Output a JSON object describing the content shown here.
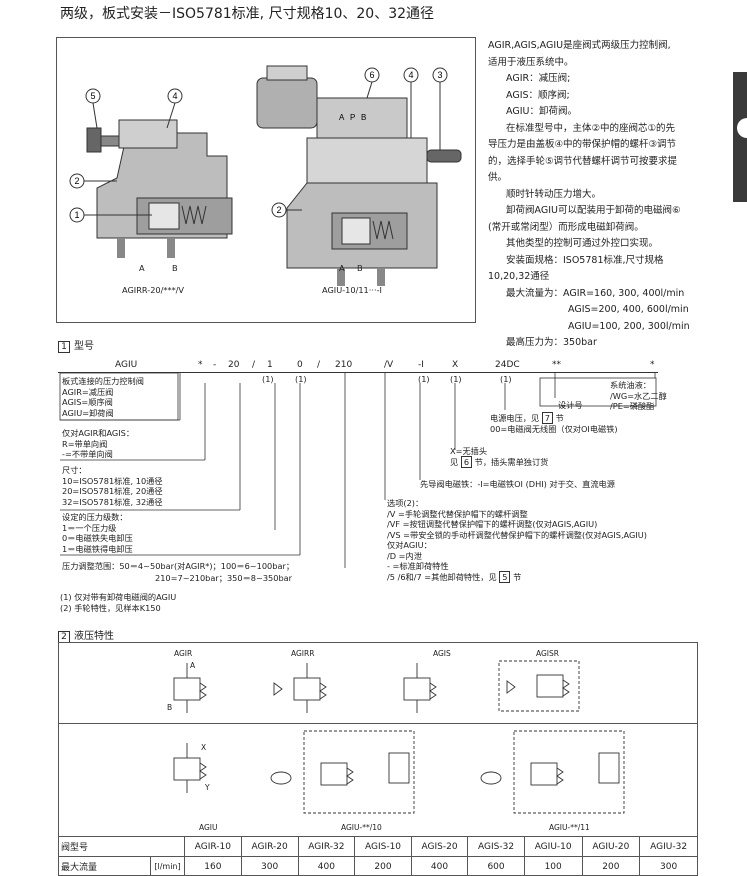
{
  "title": "两级，板式安装－ISO5781标准, 尺寸规格10、20、32通径",
  "figure": {
    "left_caption": "AGIRR-20/***/V",
    "right_caption": "AGIU-10/11···-I",
    "callouts": [
      "5",
      "4",
      "2",
      "1",
      "6",
      "4",
      "3",
      "2"
    ],
    "ports_left": [
      "A",
      "B"
    ],
    "ports_right": [
      "A",
      "B"
    ]
  },
  "description": [
    "AGIR,AGIS,AGIU是座阀式两级压力控制阀,",
    "适用于液压系统中。",
    "AGIR：减压阀;",
    "AGIS：顺序阀;",
    "AGIU：卸荷阀。",
    "在标准型号中，主体②中的座阀芯①的先",
    "导压力是由盖板④中的带保护帽的螺杆③调节",
    "的，选择手轮⑤调节代替螺杆调节可按要求提",
    "供。",
    "顺时针转动压力增大。",
    "卸荷阀AGIU可以配装用于卸荷的电磁阀⑥",
    "(常开或常闭型）而形成电磁卸荷阀。",
    "其他类型的控制可通过外控口实现。",
    "安装面规格：ISO5781标准,尺寸规格",
    "10,20,32通径",
    "最大流量为：AGIR=160, 300, 400l/min",
    "AGIS=200, 400, 600l/min",
    "AGIU=100, 200, 300l/min",
    "最高压力为：350bar"
  ],
  "section1": {
    "num": "1",
    "title": "型号",
    "code_parts": [
      "AGIU",
      "*",
      "-",
      "20",
      "/",
      "1",
      "0",
      "/",
      "210",
      "/V",
      "-I",
      "X",
      "24DC",
      "**",
      "*"
    ],
    "notes_top": [
      "(1)",
      "(1)",
      "(1)",
      "(1)",
      "(1)"
    ],
    "left_blocks": [
      [
        "板式连接的压力控制阀",
        "AGIR=减压阀",
        "AGIS=顺序阀",
        "AGIU=卸荷阀"
      ],
      [
        "仅对AGIR和AGIS：",
        "R=带单向阀",
        "-=不带单向阀"
      ],
      [
        "尺寸：",
        "10=ISO5781标准, 10通径",
        "20=ISO5781标准, 20通径",
        "32=ISO5781标准, 32通径"
      ],
      [
        "设定的压力级数：",
        "1＝一个压力级",
        "0＝电磁铁失电卸压",
        "1＝电磁铁得电卸压"
      ]
    ],
    "pressure_range": [
      "压力调整范围：50＝4~50bar(对AGIR*)；100＝6~100bar；",
      "210=7~210bar；350＝8~350bar"
    ],
    "right_blocks": {
      "seal": [
        "系统油液：",
        "/WG=水乙二醇",
        "/PE=磷酸酯"
      ],
      "design": "设计号",
      "voltage": [
        "电源电压，见",
        "7",
        "节",
        "00=电磁阀无线圈（仅对OI电磁铁)"
      ],
      "plug": [
        "X=无插头",
        "见",
        "6",
        "节，插头需单独订货"
      ],
      "solenoid": "先导阀电磁铁：-I=电磁铁OI (DHI) 对于交、直流电源",
      "options": [
        "选项(2)：",
        "/V        =手轮调整代替保护帽下的螺杆调整",
        "/VF      =按钮调整代替保护帽下的螺杆调整(仅对AGIS,AGIU)",
        "/VS      =带安全锁的手动杆调整代替保护帽下的螺杆调整(仅对AGIS,AGIU)",
        "仅对AGIU：",
        "/D         =内泄",
        "-            =标准卸荷特性",
        "/5 /6和/7 =其他卸荷特性，见"
      ],
      "options_ref": "5",
      "options_ref_tail": "节"
    },
    "footnotes": [
      "(1) 仅对带有卸荷电磁阀的AGIU",
      "(2) 手轮特性，见样本K150"
    ]
  },
  "section2": {
    "num": "2",
    "title": "液压特性",
    "symbol_labels_top": [
      "AGIR",
      "AGIRR",
      "AGIS",
      "AGISR"
    ],
    "symbol_labels_bottom": [
      "AGIU",
      "AGIU-**/10",
      "AGIU-**/11"
    ],
    "port_letters": [
      "A",
      "B",
      "X",
      "Y"
    ]
  },
  "spec_table": {
    "row1_label": "阀型号",
    "row2_label": "最大流量",
    "unit": "[l/min]",
    "models": [
      "AGIR-10",
      "AGIR-20",
      "AGIR-32",
      "AGIS-10",
      "AGIS-20",
      "AGIS-32",
      "AGIU-10",
      "AGIU-20",
      "AGIU-32"
    ],
    "flows": [
      "160",
      "300",
      "400",
      "200",
      "400",
      "600",
      "100",
      "200",
      "300"
    ]
  },
  "colors": {
    "accent": "#3a3a3a",
    "body_gray": "#b8b8b8",
    "line": "#333333"
  }
}
